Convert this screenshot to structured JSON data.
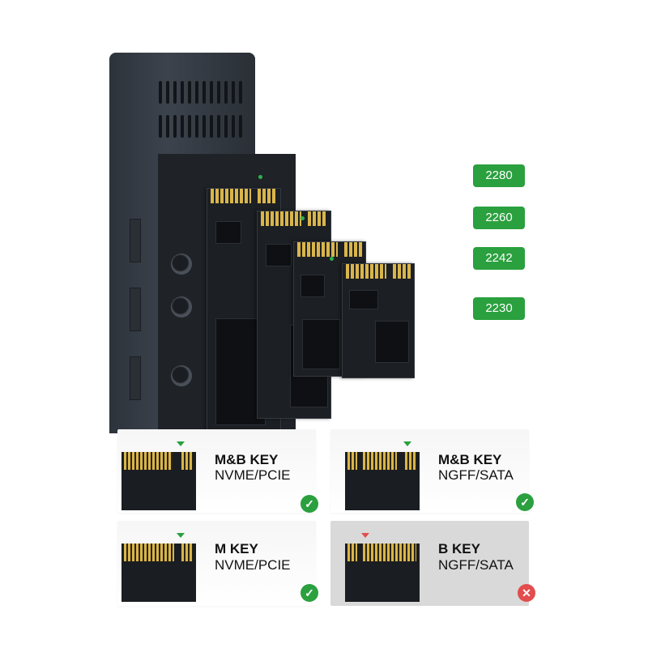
{
  "sizes": [
    "2280",
    "2260",
    "2242",
    "2230"
  ],
  "panels": [
    {
      "title": "M&B KEY",
      "subtitle": "NVME/PCIE",
      "status": "supported",
      "status_icon": "check-icon"
    },
    {
      "title": "M&B KEY",
      "subtitle": "NGFF/SATA",
      "status": "supported",
      "status_icon": "check-icon"
    },
    {
      "title": "M KEY",
      "subtitle": "NVME/PCIE",
      "status": "supported",
      "status_icon": "check-icon"
    },
    {
      "title": "B KEY",
      "subtitle": "NGFF/SATA",
      "status": "unsupported",
      "status_icon": "cross-icon"
    }
  ],
  "icons": {
    "check": "✓",
    "cross": "✕"
  },
  "colors": {
    "supported": "#2aa03e",
    "unsupported": "#e34d4d",
    "badge": "#2aa03e",
    "gold": "#d9b54a"
  }
}
